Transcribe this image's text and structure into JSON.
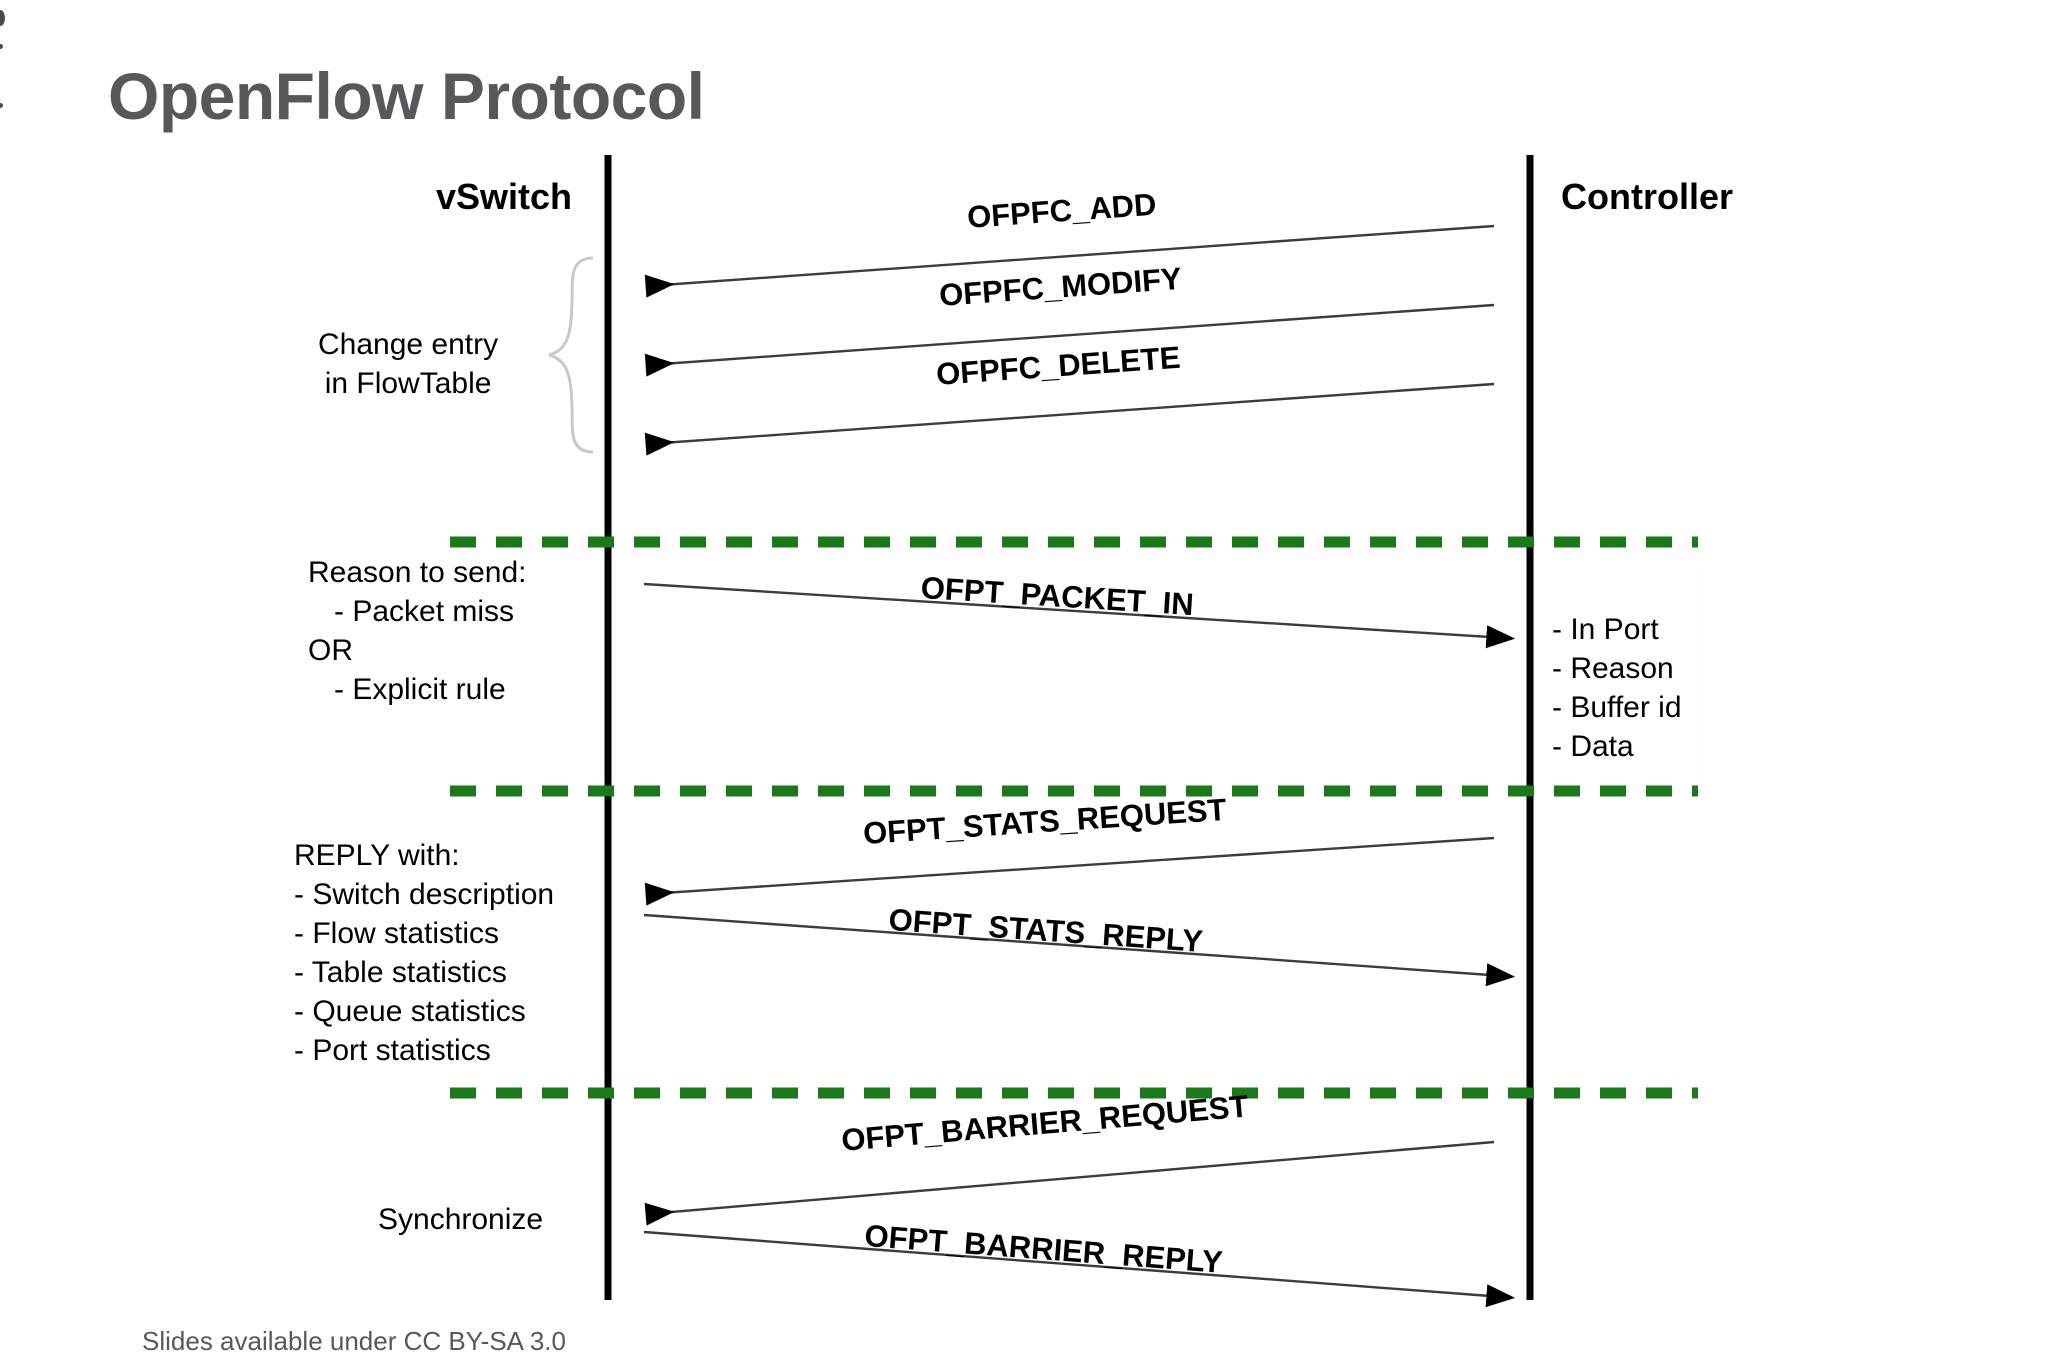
{
  "slide": {
    "title": "OpenFlow Protocol",
    "footer": "Slides available under CC BY-SA 3.0",
    "title_color": "#58585B",
    "divider_color": "#1A7A1A",
    "lifeline_color": "#000000",
    "arrow_color": "#3C3C3C"
  },
  "actors": {
    "left": "vSwitch",
    "right": "Controller"
  },
  "sections": [
    {
      "id": "flow-mod",
      "left_note": [
        "Change entry",
        "in FlowTable"
      ],
      "messages": [
        {
          "label": "OFPFC_ADD",
          "direction": "right-to-left"
        },
        {
          "label": "OFPFC_MODIFY",
          "direction": "right-to-left"
        },
        {
          "label": "OFPFC_DELETE",
          "direction": "right-to-left"
        }
      ]
    },
    {
      "id": "packet-in",
      "left_note": [
        "Reason to send:",
        "  - Packet miss",
        "OR",
        "  - Explicit rule"
      ],
      "right_note": [
        "- In Port",
        "- Reason",
        "- Buffer id",
        "- Data"
      ],
      "messages": [
        {
          "label": "OFPT_PACKET_IN",
          "direction": "left-to-right"
        }
      ]
    },
    {
      "id": "stats",
      "left_note": [
        "REPLY with:",
        "- Switch description",
        "- Flow statistics",
        "- Table statistics",
        "- Queue statistics",
        "- Port statistics"
      ],
      "messages": [
        {
          "label": "OFPT_STATS_REQUEST",
          "direction": "right-to-left"
        },
        {
          "label": "OFPT_STATS_REPLY",
          "direction": "left-to-right"
        }
      ]
    },
    {
      "id": "barrier",
      "left_note": [
        "Synchronize"
      ],
      "messages": [
        {
          "label": "OFPT_BARRIER_REQUEST",
          "direction": "right-to-left"
        },
        {
          "label": "OFPT_BARRIER_REPLY",
          "direction": "left-to-right"
        }
      ]
    }
  ],
  "notes": {
    "change_entry_line1": "Change entry",
    "change_entry_line2": "in FlowTable",
    "reason_line1": "Reason to send:",
    "reason_line2": "- Packet miss",
    "reason_line3": "OR",
    "reason_line4": "- Explicit rule",
    "packetin_f1": "- In Port",
    "packetin_f2": "- Reason",
    "packetin_f3": "- Buffer id",
    "packetin_f4": "- Data",
    "reply_line1": "REPLY with:",
    "reply_line2": "- Switch description",
    "reply_line3": "- Flow statistics",
    "reply_line4": "- Table statistics",
    "reply_line5": "- Queue statistics",
    "reply_line6": "- Port statistics",
    "synchronize": "Synchronize"
  },
  "messages": {
    "ofpfc_add": "OFPFC_ADD",
    "ofpfc_modify": "OFPFC_MODIFY",
    "ofpfc_delete": "OFPFC_DELETE",
    "ofpt_packet_in": "OFPT_PACKET_IN",
    "ofpt_stats_request": "OFPT_STATS_REQUEST",
    "ofpt_stats_reply": "OFPT_STATS_REPLY",
    "ofpt_barrier_request": "OFPT_BARRIER_REQUEST",
    "ofpt_barrier_reply": "OFPT_BARRIER_REPLY"
  }
}
